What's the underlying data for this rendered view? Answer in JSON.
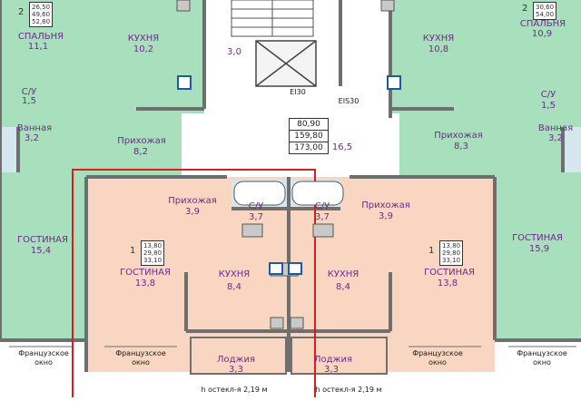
{
  "colors": {
    "green": "#a8dfbc",
    "green_dark": "#8fcfa6",
    "peach": "#f8d6c1",
    "wall": "#6f6f6f",
    "red": "#d62020",
    "label": "#6a2d86"
  },
  "top_left": {
    "rooms_count": "2",
    "areas": [
      "26,50",
      "49,60",
      "52,80"
    ]
  },
  "top_right": {
    "rooms_count": "2",
    "areas": [
      "30,60",
      "54,00"
    ]
  },
  "bedroom_left": {
    "name": "СПАЛЬНЯ",
    "area": "11,1"
  },
  "bedroom_right": {
    "name": "СПАЛЬНЯ",
    "area": "10,9"
  },
  "kitchen_top_left": {
    "name": "КУХНЯ",
    "area": "10,2"
  },
  "kitchen_top_right": {
    "name": "КУХНЯ",
    "area": "10,8"
  },
  "hall_area_top": "3,0",
  "ei30_left": "EI30",
  "ei30_right": "EIS30",
  "bath_left": {
    "su": "С/У",
    "su_area": "1,5",
    "bath": "Ванная",
    "bath_area": "3,2"
  },
  "bath_right": {
    "su": "С/У",
    "su_area": "1,5",
    "bath": "Ванная",
    "bath_area": "3,2"
  },
  "hallway_left": {
    "name": "Прихожая",
    "area": "8,2"
  },
  "hallway_right": {
    "name": "Прихожая",
    "area": "8,3"
  },
  "summary": [
    "80,90",
    "159,80",
    "173,00"
  ],
  "corridor_area": "16,5",
  "living_left": {
    "name": "ГОСТИНАЯ",
    "area": "15,4"
  },
  "living_right": {
    "name": "ГОСТИНАЯ",
    "area": "15,9"
  },
  "center_left": {
    "hall": {
      "name": "Прихожая",
      "area": "3,9"
    },
    "su": {
      "name": "С/У",
      "area": "3,7"
    },
    "box": {
      "rooms_count": "1",
      "areas": [
        "13,80",
        "29,80",
        "33,10"
      ]
    },
    "living": {
      "name": "ГОСТИНАЯ",
      "area": "13,8"
    },
    "kitchen": {
      "name": "КУХНЯ",
      "area": "8,4"
    },
    "loggia": {
      "name": "Лоджия",
      "area": "3,3"
    }
  },
  "center_right": {
    "hall": {
      "name": "Прихожая",
      "area": "3,9"
    },
    "su": {
      "name": "С/У",
      "area": "3,7"
    },
    "box": {
      "rooms_count": "1",
      "areas": [
        "13,80",
        "29,80",
        "33,10"
      ]
    },
    "living": {
      "name": "ГОСТИНАЯ",
      "area": "13,8"
    },
    "kitchen": {
      "name": "КУХНЯ",
      "area": "8,4"
    },
    "loggia": {
      "name": "Лоджия",
      "area": "3,3"
    }
  },
  "french_window": "Французское окно",
  "glazing_left": "h остекл-я 2,19 м",
  "glazing_right": "h остекл-я 2,19 м"
}
